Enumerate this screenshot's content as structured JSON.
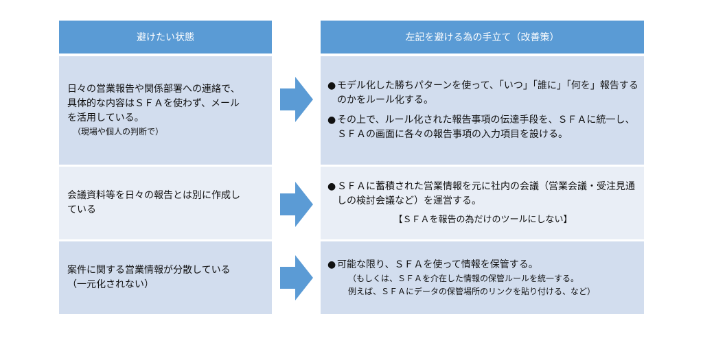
{
  "headers": {
    "left": "避けたい状態",
    "right": "左記を避ける為の手立て（改善策）"
  },
  "rows": [
    {
      "left_lines": [
        "日々の営業報告や関係部署への連絡で、",
        "具体的な内容はＳＦＡを使わず、メール",
        "を活用している。"
      ],
      "left_note": "（現場や個人の判断で）",
      "right_bullets": [
        "モデル化した勝ちパターンを使って、「いつ」「誰に」「何を」報告するのかをルール化する。",
        "その上で、ルール化された報告事項の伝達手段を、ＳＦＡに統一し、ＳＦＡの画面に各々の報告事項の入力項目を設ける。"
      ]
    },
    {
      "left_lines": [
        "会議資料等を日々の報告とは別に作成し",
        "ている"
      ],
      "right_bullets": [
        "ＳＦＡに蓄積された営業情報を元に社内の会議（営業会議・受注見通しの検討会議など）を運営する。"
      ],
      "right_emphasis": "【ＳＦＡを報告の為だけのツールにしない】"
    },
    {
      "left_lines": [
        "案件に関する営業情報が分散している",
        "（一元化されない）"
      ],
      "right_bullets": [
        "可能な限り、ＳＦＡを使って情報を保管する。"
      ],
      "right_sub": [
        "（もしくは、ＳＦＡを介在した情報の保管ルールを統一する。",
        "例えば、ＳＦＡにデータの保管場所のリンクを貼り付ける、など）"
      ]
    }
  ],
  "bullet_glyph": "●",
  "colors": {
    "header_bg": "#5a9bd5",
    "header_text": "#ffffff",
    "row_dark": "#d2ddee",
    "row_light": "#e9eef6",
    "arrow": "#5b9bd5"
  },
  "icons": {
    "arrow": "right-arrow-icon"
  }
}
